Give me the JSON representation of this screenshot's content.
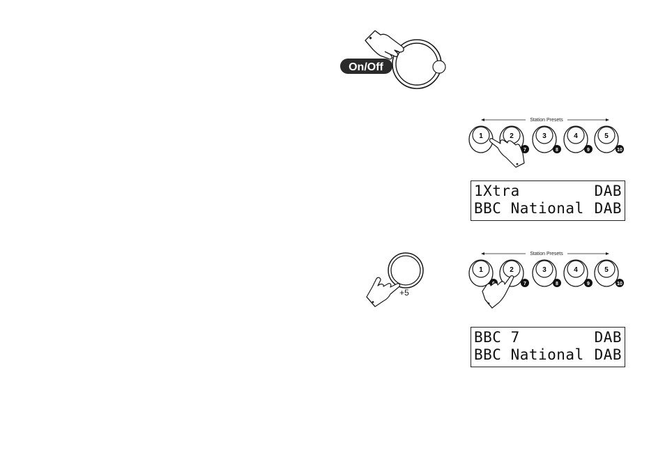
{
  "power": {
    "label": "On/Off"
  },
  "presets": {
    "heading": "Station Presets",
    "buttons": [
      "1",
      "2",
      "3",
      "4",
      "5"
    ],
    "shifted_top": [
      "7",
      "8",
      "9",
      "10"
    ],
    "shifted_bottom": [
      "6",
      "7",
      "8",
      "9",
      "10"
    ]
  },
  "shift_button": {
    "label": "+5"
  },
  "display1": {
    "line1_left": "1Xtra",
    "line1_right": "DAB",
    "line2_left": "BBC National",
    "line2_right": "DAB"
  },
  "display2": {
    "line1_left": "BBC 7",
    "line1_right": "DAB",
    "line2_left": "BBC National",
    "line2_right": "DAB"
  }
}
